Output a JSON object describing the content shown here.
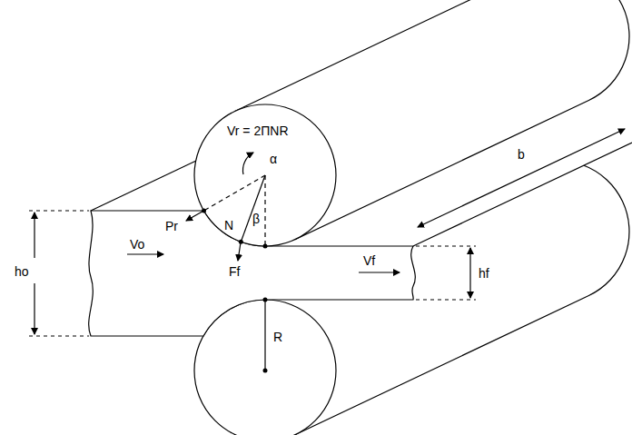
{
  "diagram": {
    "labels": [
      "ho",
      "Vo",
      "Vr = 2ΠNR",
      "α",
      "β",
      "N",
      "Pr",
      "Ff",
      "Vf",
      "hf",
      "b",
      "R"
    ]
  }
}
